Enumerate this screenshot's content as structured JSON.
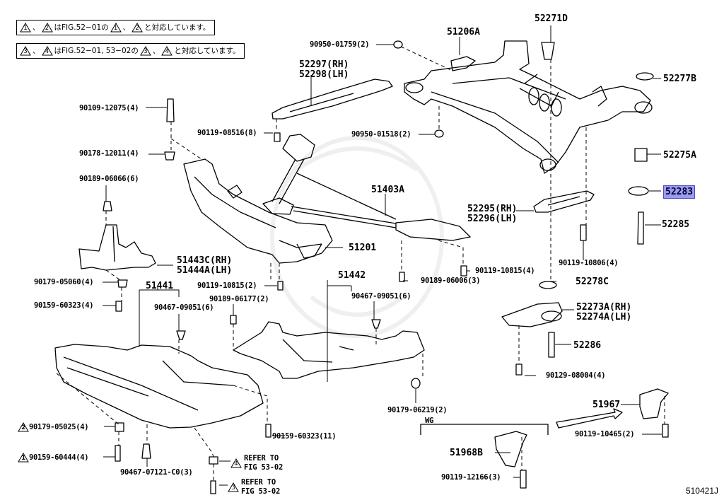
{
  "notes": [
    {
      "marks": [
        "1",
        "2"
      ],
      "text_a": "はFIG.52−01の",
      "marks_b": [
        "1",
        "2"
      ],
      "text_b": "と対応しています。"
    },
    {
      "marks": [
        "3",
        "4"
      ],
      "text_a": "はFIG.52−01, 53−02の",
      "marks_b": [
        "3",
        "4"
      ],
      "text_b": "と対応しています。"
    }
  ],
  "parts": {
    "p90950_01759": "90950-01759(2)",
    "p51206A": "51206A",
    "p52271D": "52271D",
    "p52297": "52297(RH)",
    "p52298": "52298(LH)",
    "p52277B": "52277B",
    "p90109_12075": "90109-12075(4)",
    "p90119_08516": "90119-08516(8)",
    "p90950_01518": "90950-01518(2)",
    "p90178_12011": "90178-12011(4)",
    "p52275A": "52275A",
    "p90189_06066": "90189-06066(6)",
    "p51403A": "51403A",
    "p52283": "52283",
    "p52295": "52295(RH)",
    "p52296": "52296(LH)",
    "p52285": "52285",
    "p51443C": "51443C(RH)",
    "p51444A": "51444A(LH)",
    "p51201": "51201",
    "p90119_10806": "90119-10806(4)",
    "p90119_10815_4": "90119-10815(4)",
    "p51442": "51442",
    "p90179_05060": "90179-05060(4)",
    "p90189_06006": "90189-06006(3)",
    "p52278C": "52278C",
    "p51441": "51441",
    "p90119_10815_2": "90119-10815(2)",
    "p90159_60323_4": "90159-60323(4)",
    "p90467_09051_a": "90467-09051(6)",
    "p90189_06177": "90189-06177(2)",
    "p90467_09051_b": "90467-09051(6)",
    "p52273A": "52273A(RH)",
    "p52274A": "52274A(LH)",
    "p52286": "52286",
    "p90129_08004": "90129-08004(4)",
    "p90179_06219": "90179-06219(2)",
    "p51967": "51967",
    "p90179_05025": "90179-05025(4)",
    "p90159_60323_11": "90159-60323(11)",
    "p90119_10465": "90119-10465(2)",
    "p90159_60444": "90159-60444(4)",
    "p51968B": "51968B",
    "p90467_07121": "90467-07121-C0(3)",
    "p90119_12166": "90119-12166(3)"
  },
  "markers": {
    "m90179_05025": "2",
    "m90159_60444": "1",
    "m_ref4": "4",
    "m_ref3": "3"
  },
  "refs": {
    "ref4_line1": "REFER TO",
    "ref4_line2": "FIG 53-02",
    "ref3_line1": "REFER TO",
    "ref3_line2": "FIG 53-02"
  },
  "group_label_wg": "WG",
  "highlighted_part": "52283",
  "highlight_color": "#9b9cf0",
  "figure_id": "510421J"
}
